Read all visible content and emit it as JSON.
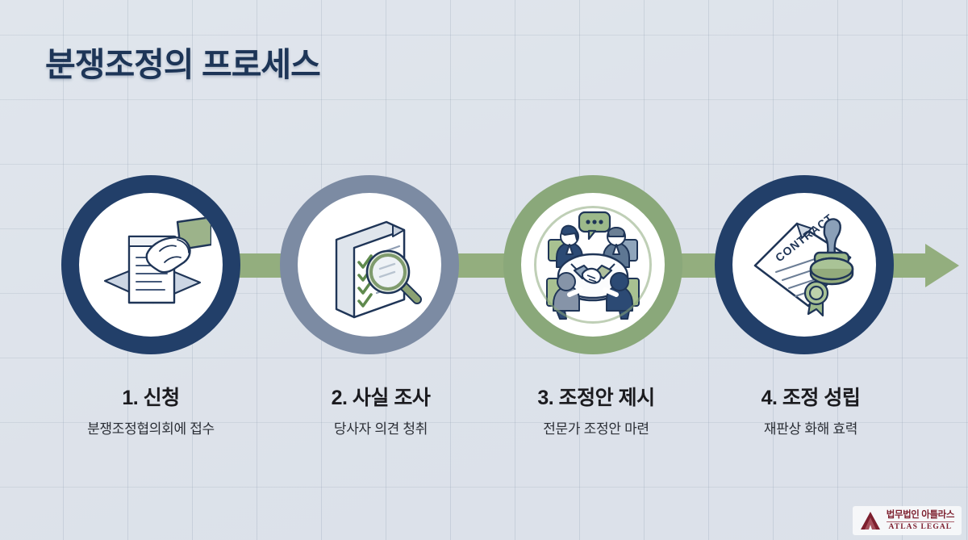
{
  "slide": {
    "title": "분쟁조정의 프로세스",
    "background_color": "#e9edf2",
    "title_color": "#1d3557",
    "accent_green": "#93ae7e",
    "navy": "#223f69",
    "slate": "#7c8ba3"
  },
  "steps": [
    {
      "id": "step-1",
      "title": "1. 신청",
      "subtitle": "분쟁조정협의회에 접수",
      "ring_color": "#223f69",
      "ring_style": "navy",
      "icon": "document-submission-icon",
      "icon_description": "hand inserting document into slot"
    },
    {
      "id": "step-2",
      "title": "2. 사실 조사",
      "subtitle": "당사자 의견 청취",
      "ring_color": "#7c8ba3",
      "ring_style": "slate",
      "icon": "checklist-magnifier-icon",
      "icon_description": "checklist document with magnifying glass"
    },
    {
      "id": "step-3",
      "title": "3. 조정안 제시",
      "subtitle": "전문가 조정안 마련",
      "ring_color": "#8aa87a",
      "ring_style": "green",
      "icon": "roundtable-handshake-icon",
      "icon_description": "four people at round table with handshake and speech bubble"
    },
    {
      "id": "step-4",
      "title": "4. 조정 성립",
      "subtitle": "재판상 화해 효력",
      "ring_color": "#223f69",
      "ring_style": "navy",
      "icon": "contract-stamp-icon",
      "icon_description": "CONTRACT document with rubber stamp and seal ribbon",
      "icon_label": "CONTRACT"
    }
  ],
  "connectors": [
    {
      "id": "connector-1-2",
      "type": "bar"
    },
    {
      "id": "connector-2-3",
      "type": "bar"
    },
    {
      "id": "connector-3-4",
      "type": "bar"
    },
    {
      "id": "connector-final",
      "type": "arrow"
    }
  ],
  "logo": {
    "korean": "법무법인 아틀라스",
    "english": "ATLAS LEGAL",
    "color": "#7d1f2e"
  }
}
